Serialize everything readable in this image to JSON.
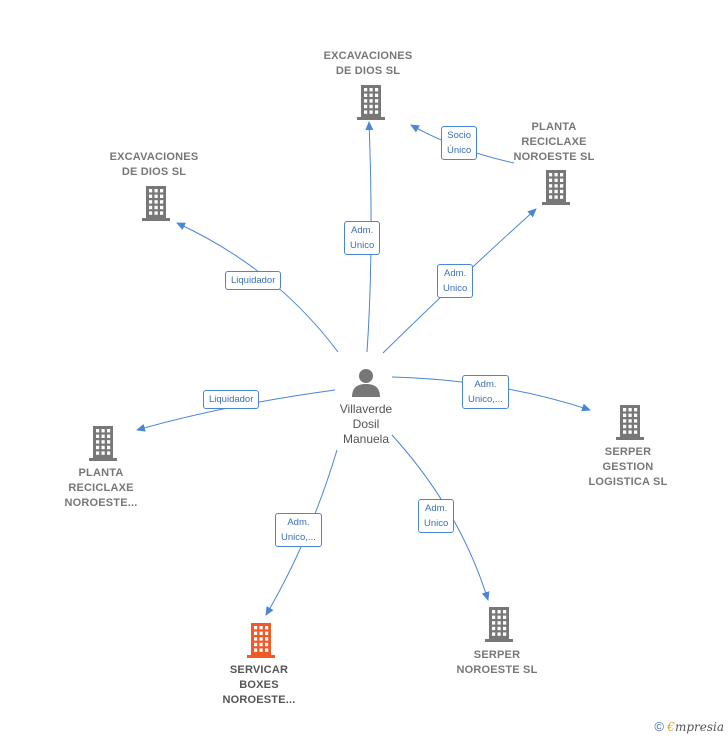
{
  "person": {
    "lines": [
      "Villaverde",
      "Dosil",
      "Manuela"
    ],
    "icon": "person-icon"
  },
  "companies": [
    {
      "id": "excavaciones_top",
      "lines": [
        "EXCAVACIONES",
        "DE DIOS SL"
      ],
      "color": "#777777"
    },
    {
      "id": "excavaciones_left",
      "lines": [
        "EXCAVACIONES",
        "DE DIOS SL"
      ],
      "color": "#777777"
    },
    {
      "id": "planta_right",
      "lines": [
        "PLANTA",
        "RECICLAXE",
        "NOROESTE SL"
      ],
      "color": "#777777"
    },
    {
      "id": "planta_left",
      "lines": [
        "PLANTA",
        "RECICLAXE",
        "NOROESTE..."
      ],
      "color": "#777777"
    },
    {
      "id": "serper_gestion",
      "lines": [
        "SERPER",
        "GESTION",
        "LOGISTICA SL"
      ],
      "color": "#777777"
    },
    {
      "id": "servicar",
      "lines": [
        "SERVICAR",
        "BOXES",
        "NOROESTE..."
      ],
      "color": "#f05a28"
    },
    {
      "id": "serper_noroeste",
      "lines": [
        "SERPER",
        "NOROESTE SL"
      ],
      "color": "#777777"
    }
  ],
  "relations": [
    {
      "lines": [
        "Adm.",
        "Unico"
      ]
    },
    {
      "lines": [
        "Socio",
        "Único"
      ]
    },
    {
      "lines": [
        "Liquidador"
      ]
    },
    {
      "lines": [
        "Adm.",
        "Unico"
      ]
    },
    {
      "lines": [
        "Liquidador"
      ]
    },
    {
      "lines": [
        "Adm.",
        "Unico,..."
      ]
    },
    {
      "lines": [
        "Adm.",
        "Unico,..."
      ]
    },
    {
      "lines": [
        "Adm.",
        "Unico"
      ]
    }
  ],
  "footer": {
    "copyright": "©",
    "brand_first": "€",
    "brand_rest": "mpresia"
  },
  "colors": {
    "edge": "#4a86d4",
    "building": "#777777",
    "building_main": "#f05a28",
    "person": "#777777"
  },
  "icons": {
    "building": "building-icon",
    "arrow": "arrow-head-icon"
  }
}
